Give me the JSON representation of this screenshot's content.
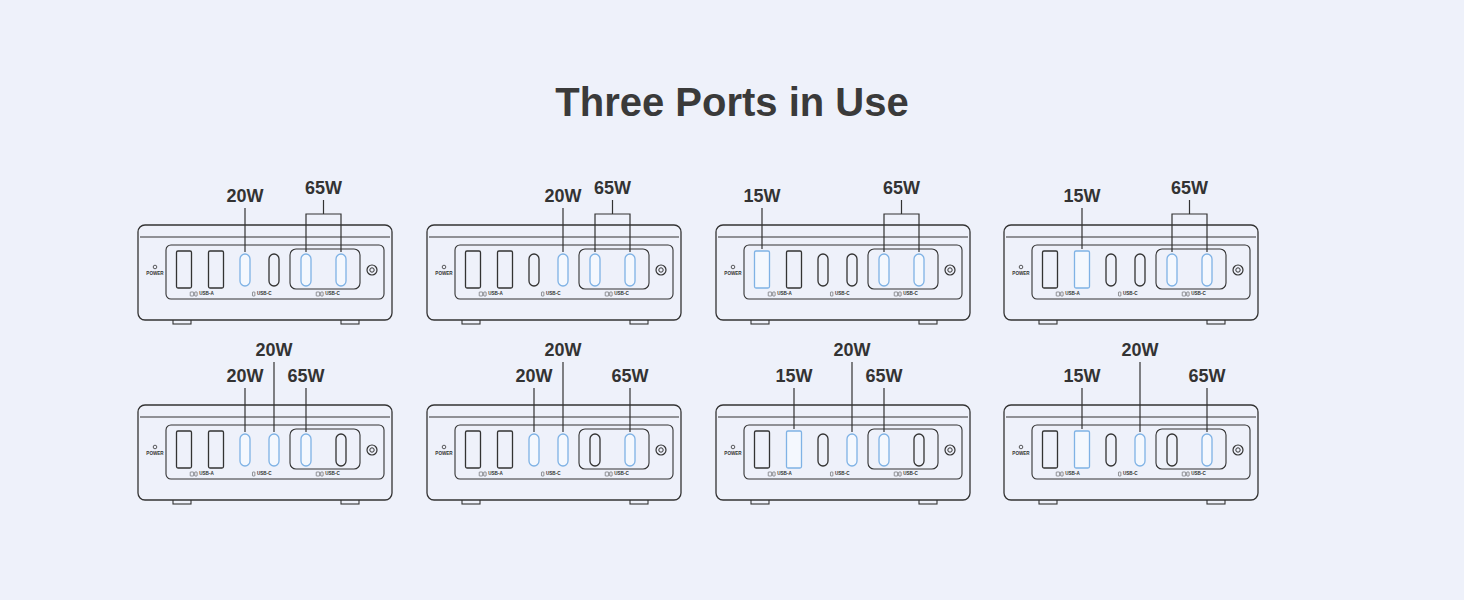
{
  "diagram": {
    "title": "Three Ports in Use",
    "nodes": [
      {
        "text": [
          "POWER",
          "USB-A",
          "USB-C",
          "USB-C"
        ]
      },
      {
        "text": [
          "POWER",
          "USB-A",
          "USB-C",
          "USB-C"
        ]
      },
      {
        "text": [
          "POWER",
          "USB-A",
          "USB-C",
          "USB-C"
        ]
      },
      {
        "text": [
          "POWER",
          "USB-A",
          "USB-C",
          "USB-C"
        ]
      },
      {
        "text": [
          "POWER",
          "USB-A",
          "USB-C",
          "USB-C"
        ]
      },
      {
        "text": [
          "POWER",
          "USB-A",
          "USB-C",
          "USB-C"
        ]
      },
      {
        "text": [
          "POWER",
          "USB-A",
          "USB-C",
          "USB-C"
        ]
      },
      {
        "text": [
          "POWER",
          "USB-A",
          "USB-C",
          "USB-C"
        ]
      }
    ],
    "labels": [
      "20W",
      "65W",
      "20W",
      "65W",
      "15W",
      "65W",
      "15W",
      "65W",
      "20W",
      "20W",
      "65W",
      "20W",
      "20W",
      "65W",
      "20W",
      "15W",
      "65W",
      "20W",
      "15W",
      "65W"
    ]
  }
}
